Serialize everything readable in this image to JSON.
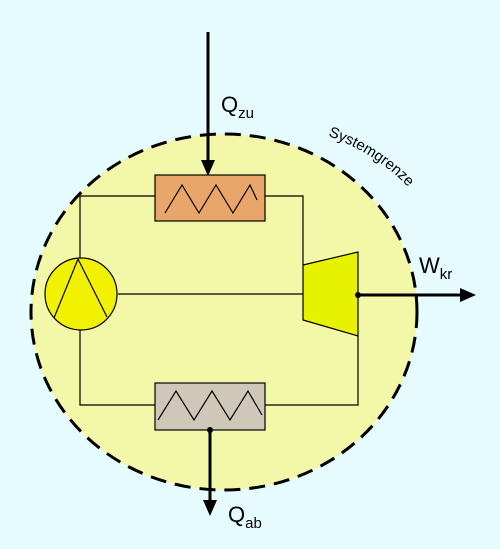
{
  "colors": {
    "background": "#e6fbfd",
    "system_fill": "#f3f7a8",
    "heater_fill": "#e9a66a",
    "cooler_fill": "#cfc8b8",
    "pump_fill": "#f2f200",
    "turbine_fill": "#e6f200",
    "line": "#000000"
  },
  "labels": {
    "heat_in_main": "Q",
    "heat_in_sub": "zu",
    "heat_out_main": "Q",
    "heat_out_sub": "ab",
    "work_main": "W",
    "work_sub": "kr",
    "system_boundary": "Systemgrenze"
  },
  "icons": {
    "pump": "pump-icon",
    "turbine": "turbine-icon",
    "heater": "heat-exchanger-icon",
    "cooler": "heat-exchanger-icon"
  }
}
